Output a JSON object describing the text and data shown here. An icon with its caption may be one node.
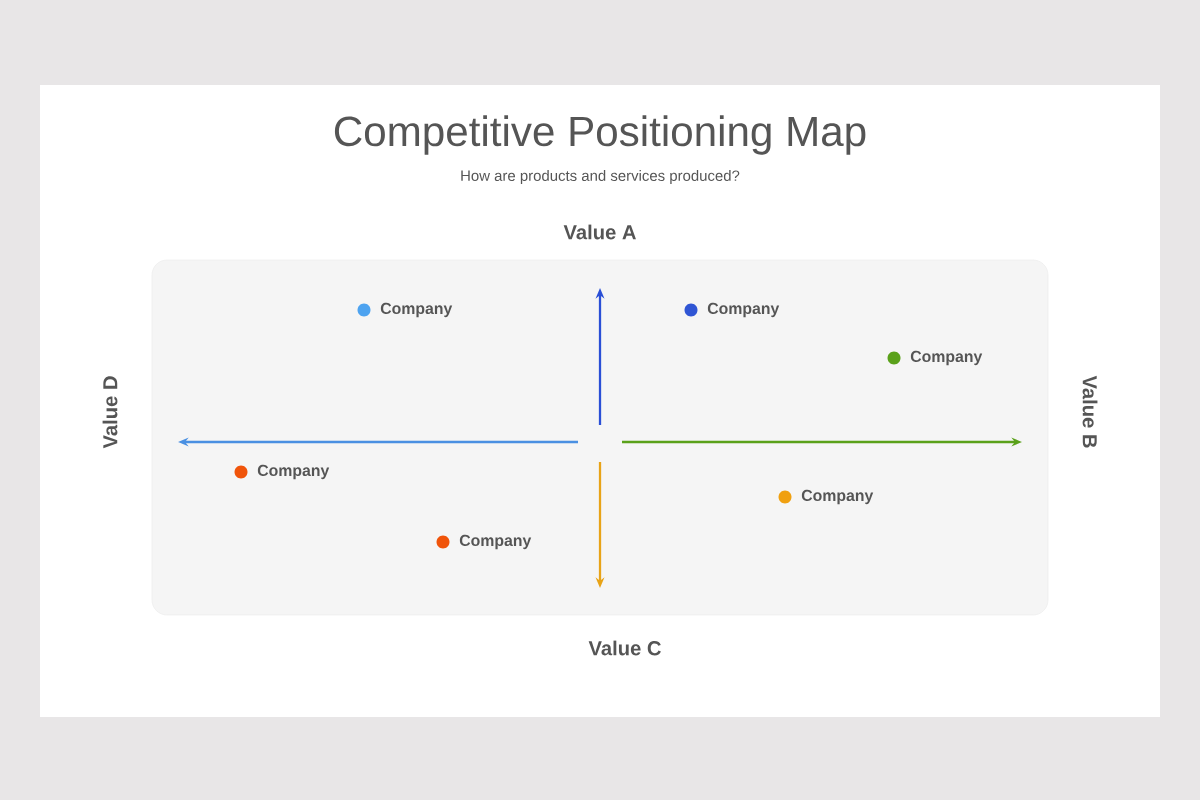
{
  "diagram": {
    "title": "Competitive Positioning Map",
    "caption": "How are products and services produced?",
    "labels": [
      "Value A",
      "Value D",
      "Value B",
      "Value C",
      "Company",
      "Company",
      "Company",
      "Company",
      "Company",
      "Company"
    ]
  }
}
